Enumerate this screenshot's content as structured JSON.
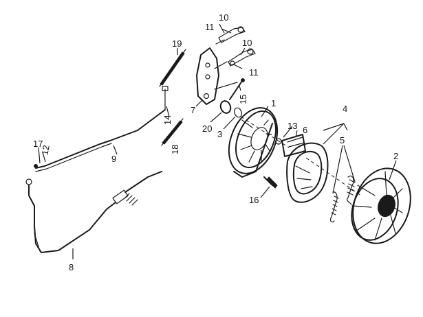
{
  "callouts": {
    "c1": "1",
    "c2": "2",
    "c3": "3",
    "c4": "4",
    "c5": "5",
    "c6": "6",
    "c7": "7",
    "c8": "8",
    "c9": "9",
    "c10a": "10",
    "c10b": "10",
    "c11a": "11",
    "c11b": "11",
    "c12": "12",
    "c13": "13",
    "c14": "14",
    "c15": "15",
    "c16": "16",
    "c17": "17",
    "c18": "18",
    "c19": "19",
    "c20": "20"
  }
}
